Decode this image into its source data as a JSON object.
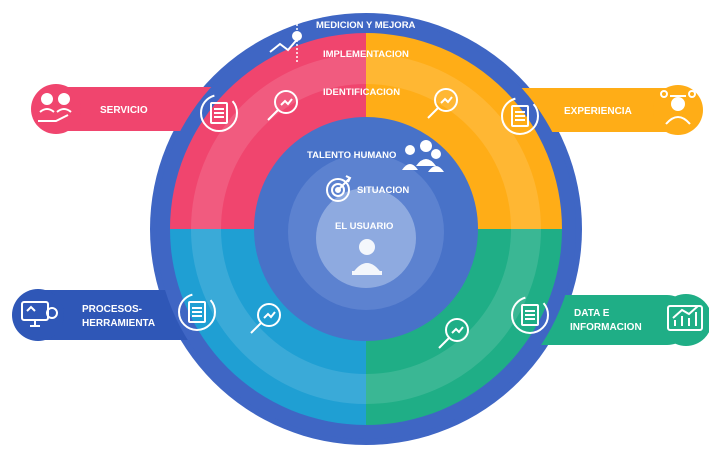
{
  "rings": {
    "outer": "MEDICION Y MEJORA",
    "middle": "IMPLEMENTACION",
    "inner": "IDENTIFICACION"
  },
  "core": {
    "talent": "TALENTO HUMANO",
    "situation": "SITUACION",
    "user": "EL USUARIO"
  },
  "tabs": {
    "servicio": "SERVICIO",
    "experiencia": "EXPERIENCIA",
    "procesos_line1": "PROCESOS-",
    "procesos_line2": "HERRAMIENTA",
    "data_line1": "DATA E",
    "data_line2": "INFORMACION"
  },
  "colors": {
    "outer_ring": "#3f66c4",
    "core_blue": "#4872c8",
    "core_light": "#6b8fd6",
    "core_lighter": "#8eaae0",
    "pink": "#f0456e",
    "orange": "#ffad17",
    "blue": "#1f9fd3",
    "green": "#1fae86",
    "navy": "#2f57b7"
  },
  "icons": {
    "servicio": "people-hand-icon",
    "experiencia": "person-gears-icon",
    "procesos": "monitor-gear-icon",
    "data": "chart-monitor-icon",
    "measure": "trend-line-icon",
    "talent": "people-group-icon",
    "situation": "target-icon",
    "user": "user-avatar-icon",
    "document": "document-cycle-icon",
    "magnifier": "magnifier-chart-icon"
  }
}
